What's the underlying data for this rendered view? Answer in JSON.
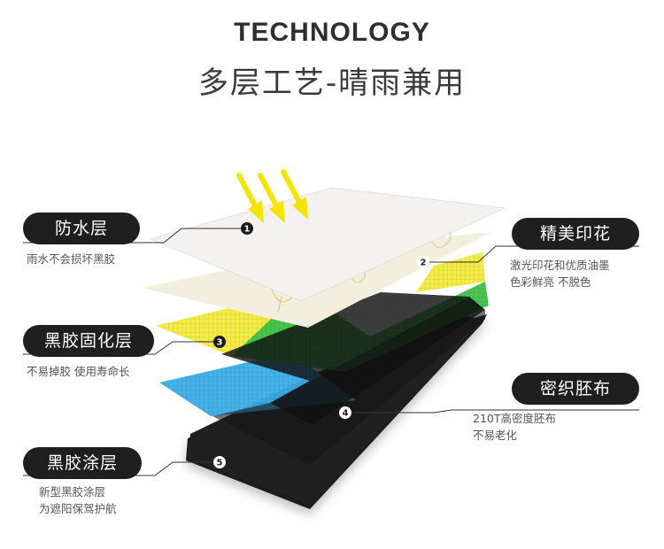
{
  "header": {
    "title_en": "TECHNOLOGY",
    "title_cn": "多层工艺-晴雨兼用"
  },
  "layers": [
    {
      "number": "1",
      "name": "防水层",
      "desc": [
        "雨水不会损坏黑胶"
      ]
    },
    {
      "number": "2",
      "name": "精美印花",
      "desc": [
        "激光印花和优质油墨",
        "色彩鲜亮 不脱色"
      ]
    },
    {
      "number": "3",
      "name": "黑胶固化层",
      "desc": [
        "不易掉胶 使用寿命长"
      ]
    },
    {
      "number": "4",
      "name": "密织胚布",
      "desc": [
        "210T高密度胚布",
        "不易老化"
      ]
    },
    {
      "number": "5",
      "name": "黑胶涂层",
      "desc": [
        "新型黑胶涂层",
        "为遮阳保驾护航"
      ]
    }
  ],
  "colors": {
    "arrow": "#f5e400",
    "tag_bg": "#1f1f1f",
    "print_bg": "#f3efde",
    "yellow": "#f2ea3c",
    "green": "#3fc14a",
    "blue": "#3aaee8",
    "black": "#1a1a1a"
  }
}
